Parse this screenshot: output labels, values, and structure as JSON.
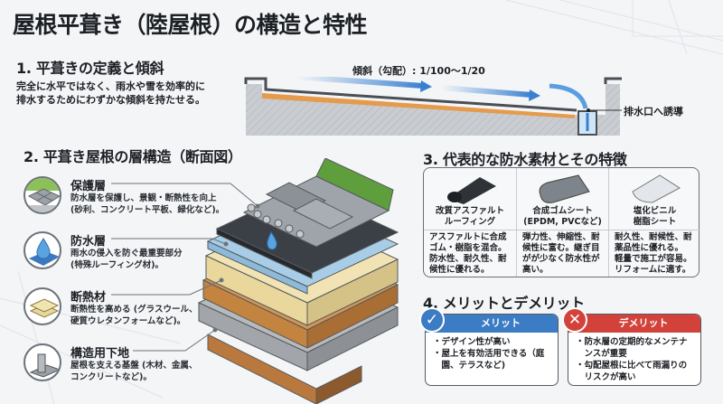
{
  "title": "屋根平葺き（陸屋根）の構造と特性",
  "section1": {
    "heading": "1. 平葺きの定義と傾斜",
    "text_lines": [
      "完全に水平ではなく、雨水や雪を効率的に",
      "排水するためにわずかな傾斜を持たせる。"
    ],
    "slope_label": "傾斜（勾配）: 1/100〜1/20",
    "drain_label": "排水口へ誘導"
  },
  "section2": {
    "heading": "2. 平葺き屋根の層構造（断面図）",
    "layers": [
      {
        "icon": "paving-icon",
        "title": "保護層",
        "lines": [
          "防水層を保護し、景観・断熱性を向上",
          "(砂利、コンクリート平板、緑化など)。"
        ]
      },
      {
        "icon": "water-drop-icon",
        "title": "防水層",
        "lines": [
          "雨水の侵入を防ぐ最重要部分",
          "(特殊ルーフィング材)。"
        ]
      },
      {
        "icon": "insulation-icon",
        "title": "断熱材",
        "lines": [
          "断熱性を高める (グラスウール、",
          "硬質ウレタンフォームなど)。"
        ]
      },
      {
        "icon": "beam-icon",
        "title": "構造用下地",
        "lines": [
          "屋根を支える基盤 (木材、金属、",
          "コンクリートなど)。"
        ]
      }
    ]
  },
  "section3": {
    "heading": "3. 代表的な防水素材とその特徴",
    "materials": [
      {
        "icon": "asphalt-roll-icon",
        "name_lines": [
          "改質アスファルト",
          "ルーフィング"
        ],
        "desc_lines": [
          "アスファルトに合成",
          "ゴム・樹脂を混合。",
          "防水性、耐久性、耐",
          "候性に優れる。"
        ]
      },
      {
        "icon": "rubber-sheet-icon",
        "name_lines": [
          "合成ゴムシート",
          "(EPDM, PVCなど)"
        ],
        "desc_lines": [
          "弾力性、伸縮性、耐",
          "候性に富む。継ぎ目",
          "がが少なく防水性が",
          "高い。"
        ]
      },
      {
        "icon": "pvc-sheet-icon",
        "name_lines": [
          "塩化ビニル",
          "樹脂シート"
        ],
        "desc_lines": [
          "耐久性、耐候性、耐",
          "薬品性に優れる。",
          "軽量で施工が容易。",
          "リフォームに適す。"
        ]
      }
    ]
  },
  "section4": {
    "heading": "4. メリットとデメリット",
    "merit": {
      "label": "メリット",
      "color": "#3b7cc4",
      "items": [
        "・デザイン性が高い",
        "・屋上を有効活用できる（庭",
        "　園、テラスなど)"
      ]
    },
    "demerit": {
      "label": "デメリット",
      "color": "#d2423b",
      "items": [
        "・防水層の定期的なメンテナ",
        "　ンスが重要",
        "・勾配屋根に比べて雨漏りの",
        "　リスクが高い"
      ]
    }
  }
}
